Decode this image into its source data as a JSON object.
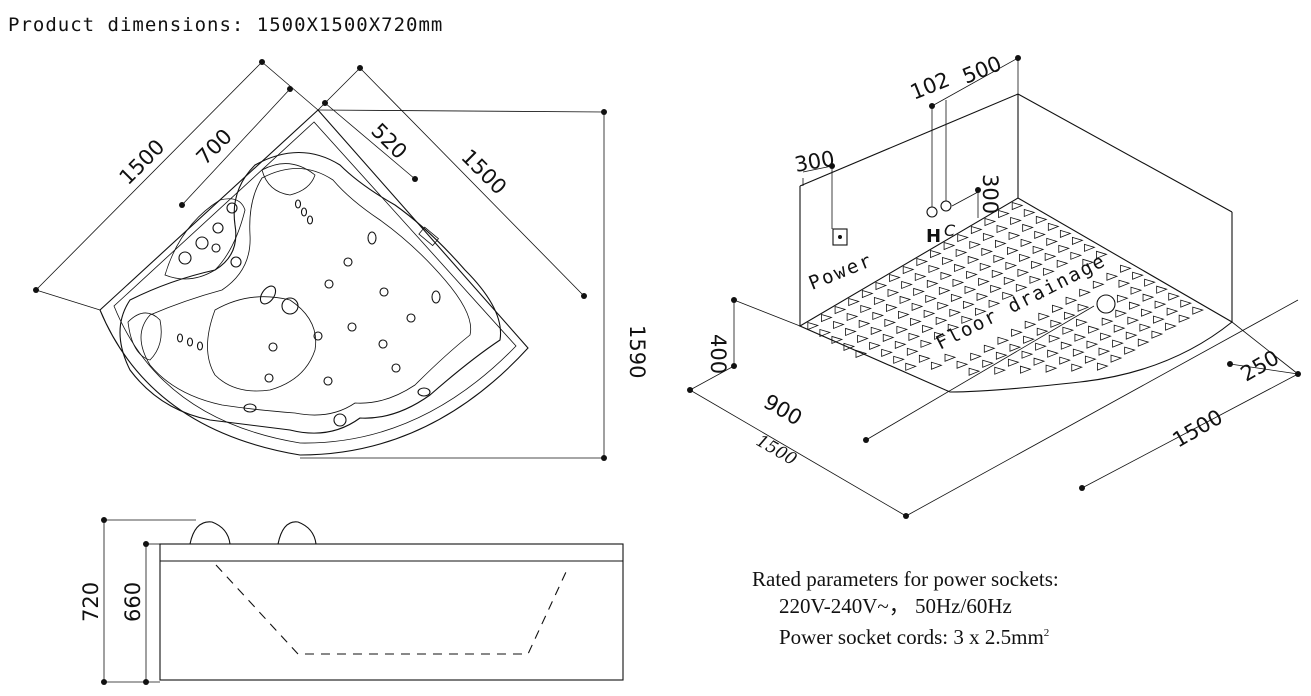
{
  "title": "Product dimensions: 1500X1500X720mm",
  "top_view": {
    "dim_1500_left": "1500",
    "dim_700": "700",
    "dim_520": "520",
    "dim_1500_right": "1500",
    "dim_1590": "1590"
  },
  "side_view": {
    "dim_720": "720",
    "dim_660": "660"
  },
  "room_view": {
    "dim_102": "102",
    "dim_500": "500",
    "dim_300_power": "300",
    "dim_300_hc": "300",
    "label_power": "Power",
    "label_h": "H",
    "label_c": "C",
    "label_floor_drainage": "Floor drainage",
    "dim_400": "400",
    "dim_900": "900",
    "dim_1500_bottom_left": "1500",
    "dim_1500_bottom_right": "1500",
    "dim_250": "250"
  },
  "notes": {
    "line1": "Rated parameters for power sockets:",
    "line2": "220V-240V~， 50Hz/60Hz",
    "line3_prefix": "Power socket cords: 3 x 2.5mm",
    "line3_sup": "2"
  }
}
